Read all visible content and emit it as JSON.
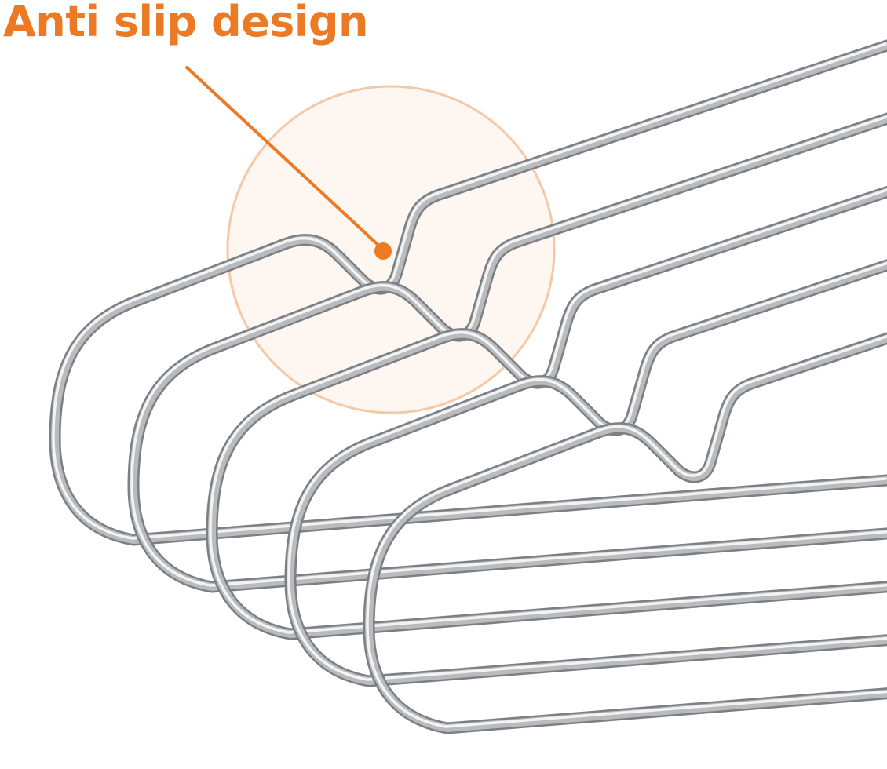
{
  "caption": {
    "text": "Anti slip design"
  },
  "colors": {
    "accent": "#ec7a24",
    "circle_fill": "#fbefe6",
    "circle_stroke": "#f3c9a6",
    "wire_dark": "#7d7f83",
    "wire_mid": "#b9bbbe",
    "wire_light": "#f4f5f6",
    "background": "#ffffff"
  },
  "hangers": {
    "count": 5,
    "material": "stainless-steel-wire"
  }
}
